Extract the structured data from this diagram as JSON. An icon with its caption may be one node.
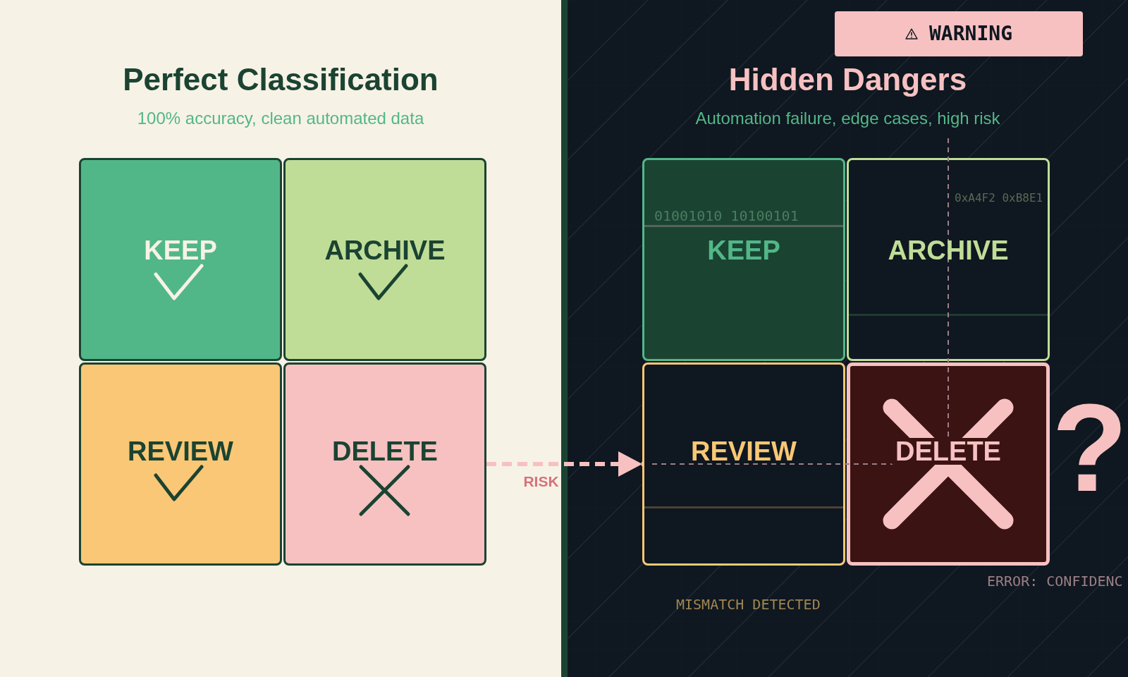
{
  "diagram": {
    "nodes": [
      {
        "text": [
          "Perfect Classification",
          "100% accuracy, clean automated data"
        ]
      },
      {
        "text": [
          "KEEP"
        ],
        "in": 0
      },
      {
        "text": [
          "ARCHIVE"
        ],
        "in": 0
      },
      {
        "text": [
          "REVIEW"
        ],
        "in": 0
      },
      {
        "text": [
          "DELETE"
        ],
        "in": 0
      },
      {
        "text": [
          "Hidden Dangers",
          "Automation failure, edge cases, high risk"
        ]
      },
      {
        "text": [
          "WARNING"
        ],
        "in": 5
      },
      {
        "text": [
          "KEEP"
        ],
        "in": 5
      },
      {
        "text": [
          "ARCHIVE"
        ],
        "in": 5
      },
      {
        "text": [
          "REVIEW"
        ],
        "in": 5
      },
      {
        "text": [
          "DELETE"
        ],
        "in": 5
      }
    ],
    "edges": [
      {
        "from": 4,
        "to": 9,
        "arrow": "to",
        "label": "RISK",
        "style": "dashed"
      }
    ],
    "labels": [
      "0xA4F2 0xB8E1",
      "01001010 10100101",
      "?",
      "ERROR: CONFIDENC",
      "MISMATCH DETECTED"
    ]
  }
}
